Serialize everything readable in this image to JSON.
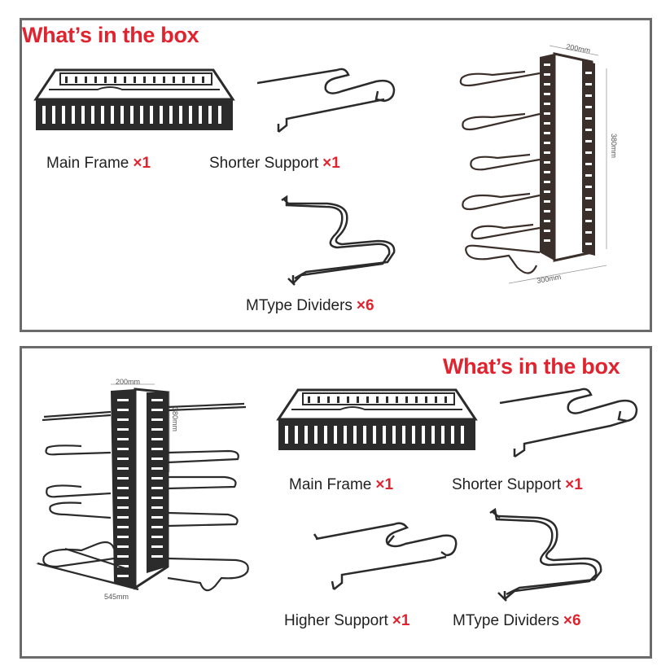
{
  "top_panel": {
    "heading": "What’s in the box",
    "items": [
      {
        "label": "Main Frame",
        "qty": "×1"
      },
      {
        "label": "Shorter Support",
        "qty": "×1"
      },
      {
        "label": "MType Dividers",
        "qty": "×6"
      }
    ],
    "dimensions": {
      "width": "200mm",
      "height": "380mm",
      "depth": "300mm"
    }
  },
  "bottom_panel": {
    "heading": "What’s in the box",
    "items": [
      {
        "label": "Main Frame",
        "qty": "×1"
      },
      {
        "label": "Shorter Support",
        "qty": "×1"
      },
      {
        "label": "Higher Support",
        "qty": "×1"
      },
      {
        "label": "MType Dividers",
        "qty": "×6"
      }
    ],
    "dimensions": {
      "width": "200mm",
      "height": "380mm",
      "depth": "545mm"
    }
  },
  "colors": {
    "heading": "#e0242f",
    "border": "#6b6b6b",
    "metal": "#2b2b2b"
  }
}
